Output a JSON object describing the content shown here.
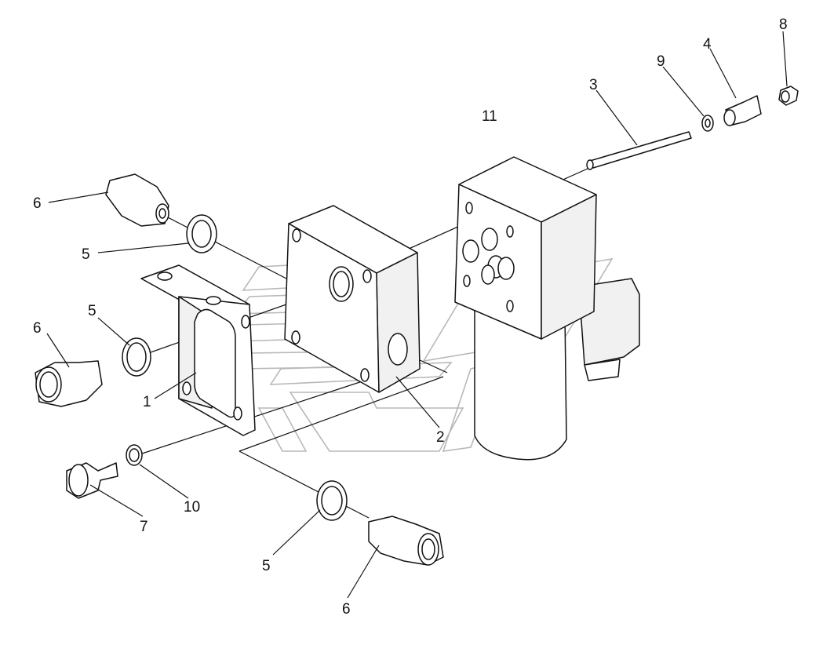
{
  "colors": {
    "line": "#111111",
    "watermark": "#b8b8b8",
    "background": "#ffffff"
  },
  "callouts": [
    {
      "id": "c8",
      "text": "8"
    },
    {
      "id": "c4",
      "text": "4"
    },
    {
      "id": "c9",
      "text": "9"
    },
    {
      "id": "c3",
      "text": "3"
    },
    {
      "id": "c11",
      "text": "11"
    },
    {
      "id": "c6a",
      "text": "6"
    },
    {
      "id": "c5a",
      "text": "5"
    },
    {
      "id": "c5b",
      "text": "5"
    },
    {
      "id": "c6b",
      "text": "6"
    },
    {
      "id": "c1",
      "text": "1"
    },
    {
      "id": "c2",
      "text": "2"
    },
    {
      "id": "c10",
      "text": "10"
    },
    {
      "id": "c7",
      "text": "7"
    },
    {
      "id": "c5c",
      "text": "5"
    },
    {
      "id": "c6c",
      "text": "6"
    }
  ]
}
